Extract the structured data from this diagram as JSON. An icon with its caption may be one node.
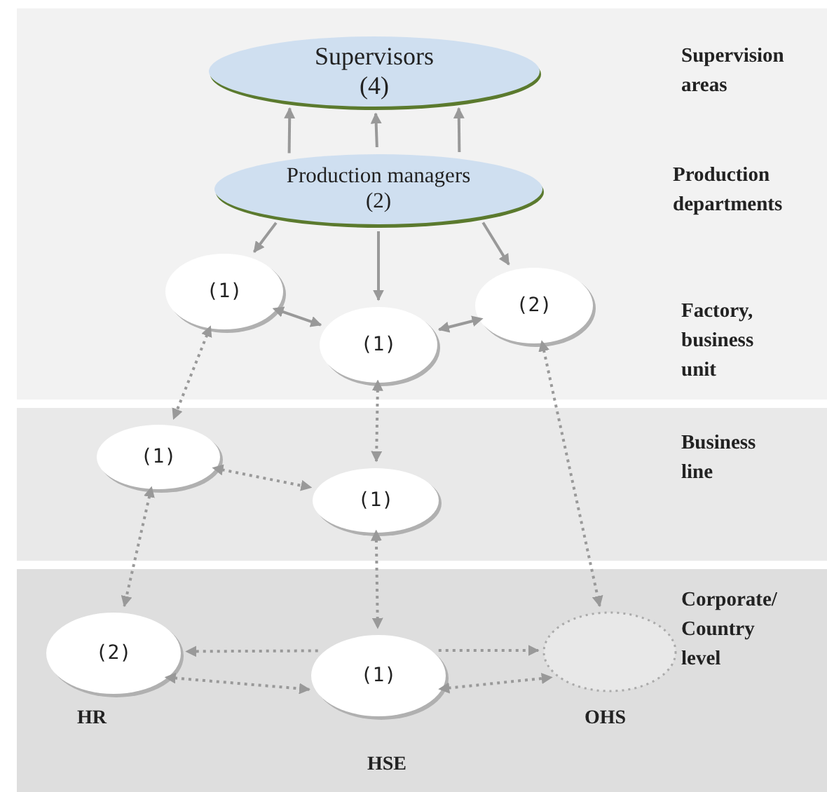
{
  "diagram": {
    "nodes": [
      {
        "text": [
          "Supervision areas",
          "Production departments",
          "Factory, business unit"
        ]
      },
      {
        "text": [
          "Business line"
        ]
      },
      {
        "text": [
          "Corporate/ Country level"
        ]
      },
      {
        "text": [
          "Supervisors (4)"
        ],
        "in": 0
      },
      {
        "text": [
          "Production managers (2)"
        ],
        "in": 0
      },
      {
        "text": [
          "(1)"
        ],
        "in": 0
      },
      {
        "text": [
          "(1)"
        ],
        "in": 0
      },
      {
        "text": [
          "(2)"
        ],
        "in": 0
      },
      {
        "text": [
          "(1)"
        ],
        "in": 1
      },
      {
        "text": [
          "(1)"
        ],
        "in": 1
      },
      {
        "text": [
          "(2)"
        ],
        "beside": [
          "HR"
        ],
        "in": 2
      },
      {
        "text": [
          "(1)"
        ],
        "beside": [
          "HSE"
        ],
        "in": 2
      },
      {
        "text": [],
        "shape": "circle",
        "beside": [
          "OHS"
        ],
        "in": 2
      }
    ],
    "edges": [
      {
        "from": 4,
        "to": 3,
        "arrow": "to"
      },
      {
        "from": 4,
        "to": 3,
        "arrow": "to"
      },
      {
        "from": 4,
        "to": 3,
        "arrow": "to"
      },
      {
        "from": 4,
        "to": 5,
        "arrow": "to"
      },
      {
        "from": 4,
        "to": 6,
        "arrow": "to"
      },
      {
        "from": 4,
        "to": 7,
        "arrow": "to"
      },
      {
        "from": 5,
        "to": 6,
        "arrow": "both"
      },
      {
        "from": 7,
        "to": 6,
        "arrow": "both"
      },
      {
        "from": 5,
        "to": 8,
        "arrow": "both",
        "style": "dashed"
      },
      {
        "from": 6,
        "to": 9,
        "arrow": "both",
        "style": "dashed"
      },
      {
        "from": 7,
        "to": 12,
        "arrow": "both",
        "style": "dashed"
      },
      {
        "from": 8,
        "to": 9,
        "arrow": "both",
        "style": "dashed"
      },
      {
        "from": 8,
        "to": 10,
        "arrow": "both",
        "style": "dashed"
      },
      {
        "from": 9,
        "to": 11,
        "arrow": "both",
        "style": "dashed"
      },
      {
        "from": 11,
        "to": 10,
        "arrow": "to",
        "style": "dashed"
      },
      {
        "from": 11,
        "to": 12,
        "arrow": "to",
        "style": "dashed"
      },
      {
        "from": 10,
        "to": 11,
        "arrow": "both",
        "style": "dashed"
      },
      {
        "from": 11,
        "to": 12,
        "arrow": "both",
        "style": "dashed"
      }
    ]
  }
}
